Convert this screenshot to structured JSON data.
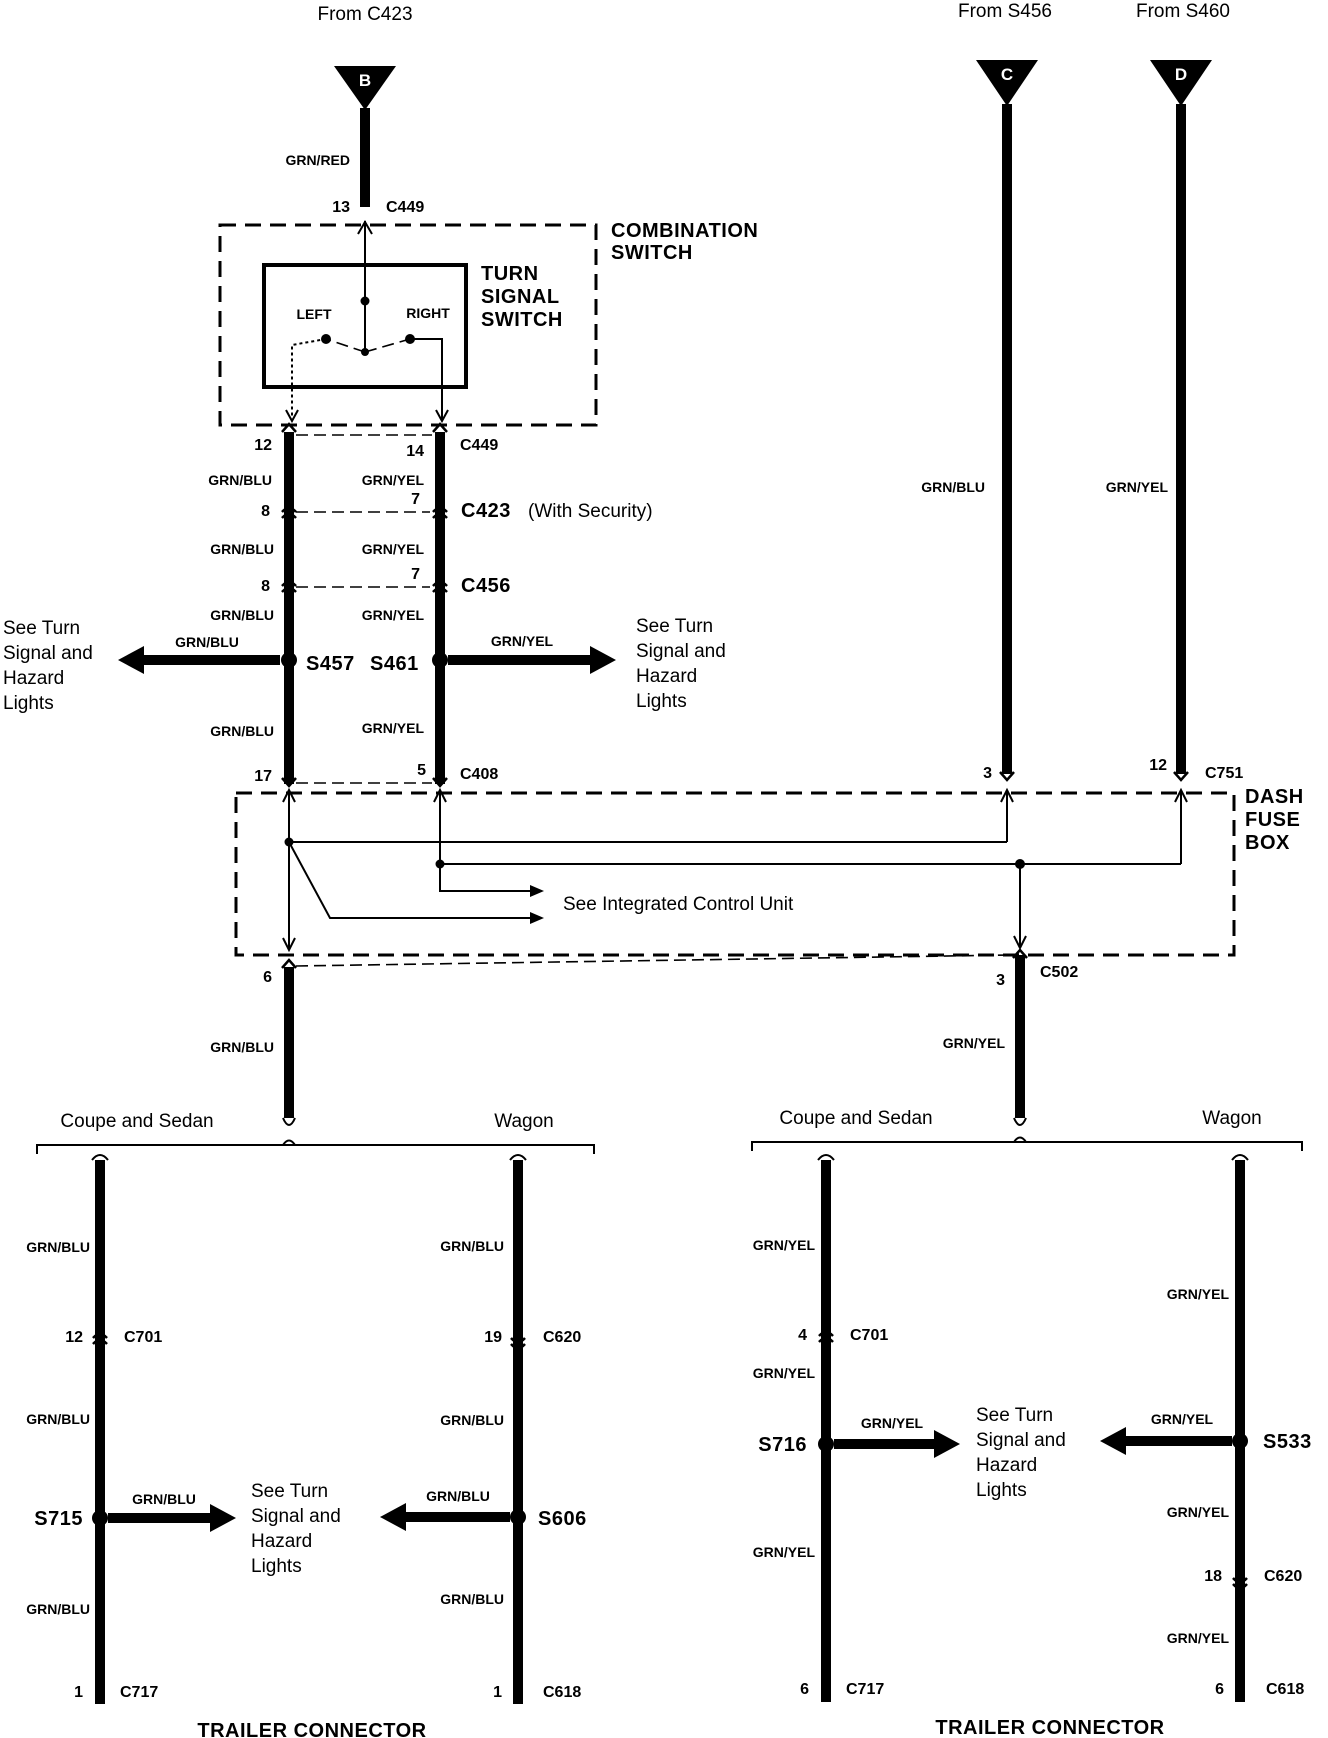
{
  "sources": {
    "b": {
      "from": "From C423",
      "letter": "B"
    },
    "c": {
      "from": "From S456",
      "letter": "C"
    },
    "d": {
      "from": "From S460",
      "letter": "D"
    }
  },
  "combination_switch": {
    "title_line1": "COMBINATION",
    "title_line2": "SWITCH",
    "switch_line1": "TURN",
    "switch_line2": "SIGNAL",
    "switch_line3": "SWITCH",
    "left": "LEFT",
    "right": "RIGHT"
  },
  "dash_fuse_box": {
    "line1": "DASH",
    "line2": "FUSE",
    "line3": "BOX",
    "integrated_note": "See Integrated Control Unit"
  },
  "wire_colors": {
    "grn_red": "GRN/RED",
    "grn_blu": "GRN/BLU",
    "grn_yel": "GRN/YEL"
  },
  "connectors": {
    "c449": "C449",
    "c423": "C423",
    "c423_note": "(With Security)",
    "c456": "C456",
    "c408": "C408",
    "c751": "C751",
    "c502": "C502",
    "c701": "C701",
    "c620": "C620",
    "c717": "C717",
    "c618": "C618"
  },
  "pins": {
    "p13": "13",
    "p12": "12",
    "p14": "14",
    "p8": "8",
    "p7": "7",
    "p17": "17",
    "p5": "5",
    "p3": "3",
    "p6": "6",
    "p4": "4",
    "p19": "19",
    "p18": "18",
    "p1": "1"
  },
  "splices": {
    "s457": "S457",
    "s461": "S461",
    "s715": "S715",
    "s606": "S606",
    "s716": "S716",
    "s533": "S533"
  },
  "see_turn": {
    "line1": "See Turn",
    "line2": "Signal and",
    "line3": "Hazard",
    "line4": "Lights"
  },
  "variants": {
    "coupe_sedan": "Coupe and Sedan",
    "wagon": "Wagon"
  },
  "trailer_connector": "TRAILER CONNECTOR"
}
